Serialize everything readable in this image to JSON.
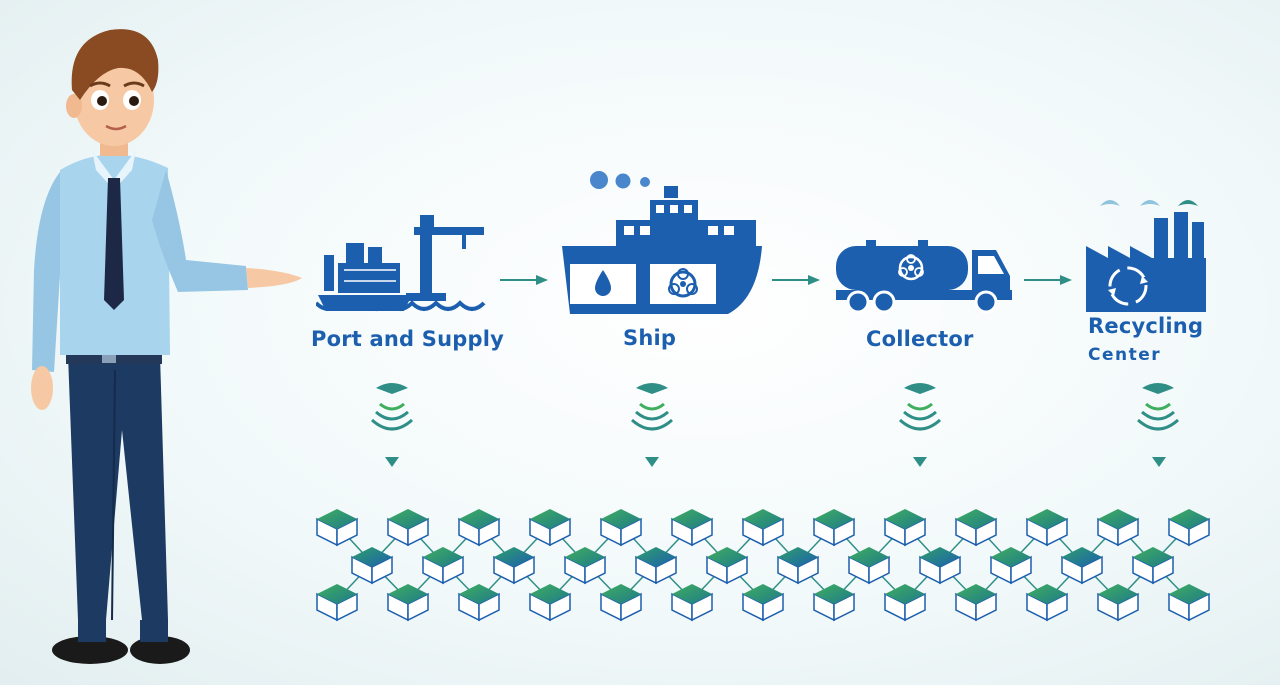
{
  "colors": {
    "primary_blue": "#1c5fae",
    "teal": "#2f8f87",
    "green": "#3fae5e",
    "shirt": "#a9d4ee",
    "pants": "#1d3a63",
    "hair": "#8a4b22"
  },
  "stages": [
    {
      "id": "port",
      "label": "Port and Supply",
      "icon": "port-crane-icon"
    },
    {
      "id": "ship",
      "label": "Ship",
      "icon": "ship-icon"
    },
    {
      "id": "collector",
      "label": "Collector",
      "icon": "tanker-truck-icon"
    },
    {
      "id": "recycling",
      "label_line1": "Recycling",
      "label_line2": "Center",
      "icon": "factory-icon"
    }
  ],
  "presenter": {
    "icon": "presenter-man-illustration"
  },
  "network": {
    "icon": "blockchain-cube-network"
  }
}
